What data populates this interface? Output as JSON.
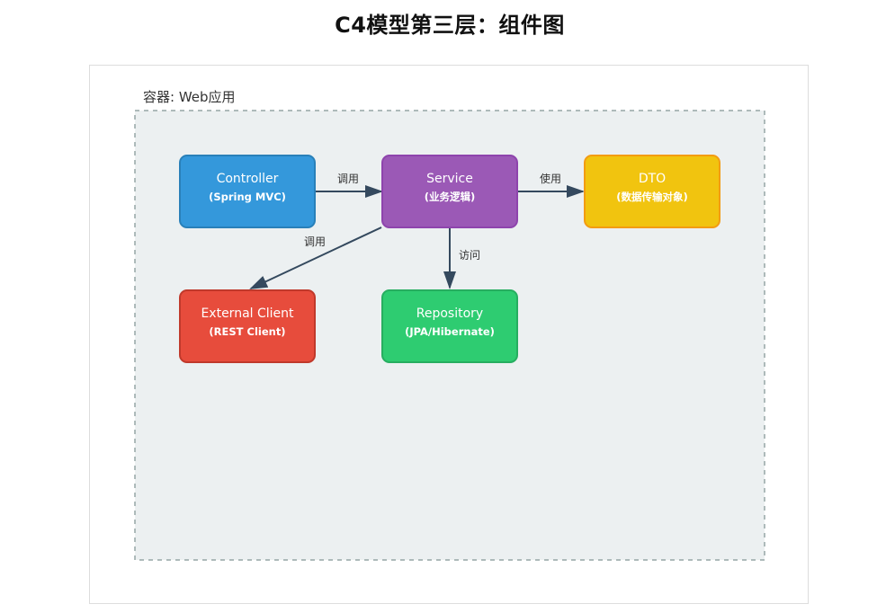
{
  "title": "C4模型第三层：组件图",
  "container": {
    "label": "容器: Web应用"
  },
  "components": [
    {
      "id": "controller",
      "name": "Controller",
      "tech": "(Spring MVC)",
      "color": "#3498db",
      "border": "#2980b9"
    },
    {
      "id": "service",
      "name": "Service",
      "tech": "(业务逻辑)",
      "color": "#9b59b6",
      "border": "#8e44ad"
    },
    {
      "id": "dto",
      "name": "DTO",
      "tech": "(数据传输对象)",
      "color": "#f1c40f",
      "border": "#f39c12"
    },
    {
      "id": "external-client",
      "name": "External Client",
      "tech": "(REST Client)",
      "color": "#e74c3c",
      "border": "#c0392b"
    },
    {
      "id": "repository",
      "name": "Repository",
      "tech": "(JPA/Hibernate)",
      "color": "#2ecc71",
      "border": "#27ae60"
    }
  ],
  "relations": [
    {
      "from": "controller",
      "to": "service",
      "label": "调用"
    },
    {
      "from": "service",
      "to": "dto",
      "label": "使用"
    },
    {
      "from": "service",
      "to": "external-client",
      "label": "调用"
    },
    {
      "from": "service",
      "to": "repository",
      "label": "访问"
    }
  ],
  "colors": {
    "arrow": "#34495e",
    "container_fill": "#ecf0f1",
    "container_border": "#95a5a6"
  }
}
